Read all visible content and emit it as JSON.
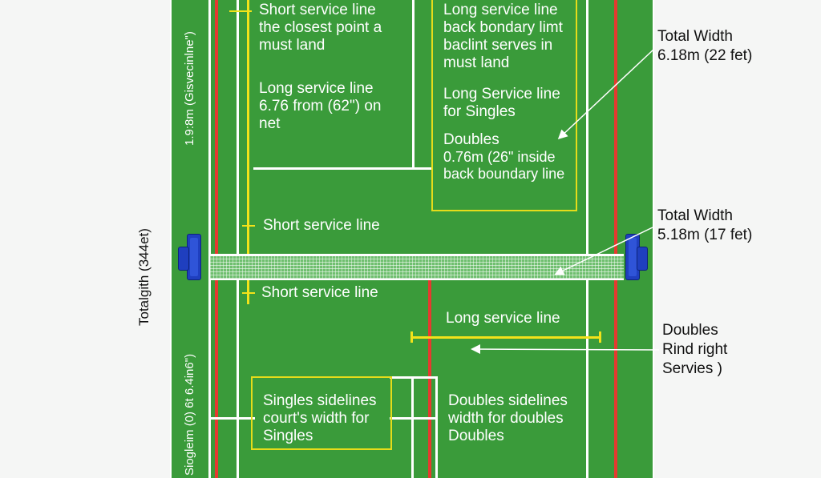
{
  "diagram": {
    "colors": {
      "court": "#3a9b3a",
      "white_line": "#ffffff",
      "red_line": "#e53a2f",
      "yellow_line": "#f2e21a",
      "net_post": "#1f3fbf",
      "background": "#f5f6f5"
    },
    "labels": {
      "short_service_top": [
        "Short service line",
        "the closest point a",
        "must land"
      ],
      "long_service_net": [
        "Long service line",
        "6.76 from (62\") on",
        "net"
      ],
      "long_boundary": [
        "Long service line",
        "back bondary limt",
        "baclint serves in",
        "must land"
      ],
      "long_singles": [
        "Long Service line",
        "for Singles"
      ],
      "doubles_top": [
        "Doubles",
        "0.76m (26\" inside",
        "back boundary line"
      ],
      "short_service_mid_1": "Short service line",
      "short_service_mid_2": "Short service line",
      "long_service_lower": "Long service line",
      "singles_sidelines": [
        "Singles sidelines",
        "court's width for",
        "Singles"
      ],
      "doubles_sidelines": [
        "Doubles sidelines",
        "width for doubles",
        "Doubles"
      ]
    },
    "outside_labels": {
      "total_width_doubles": [
        "Total Width",
        "6.18m (22 fet)"
      ],
      "total_width_singles": [
        "Total Width",
        "5.18m (17 fet)"
      ],
      "doubles_serves": [
        "Doubles",
        "Rind right",
        "Servies )"
      ],
      "total_length": "Totalgith (344et)"
    },
    "vertical_labels": {
      "upper_measure": "1.9:8m (Gisvecinlne\")",
      "lower_measure": "Siogleim (0) 6t 6.4in6\")"
    },
    "icons": {
      "left_post": "net-post-icon",
      "right_post": "net-post-icon"
    }
  }
}
